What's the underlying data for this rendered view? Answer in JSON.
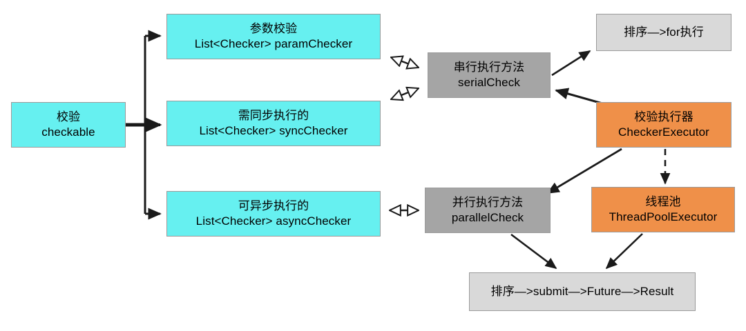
{
  "diagram": {
    "title": "Checker execution flow",
    "colors": {
      "cyan": "#66f0f0",
      "gray": "#a5a5a5",
      "light_gray": "#d9d9d9",
      "orange": "#ef9049",
      "border": "#9a9a9a",
      "edge": "#1a1a1a",
      "background": "#ffffff"
    },
    "nodes": [
      {
        "id": "checkable",
        "line1": "校验",
        "line2": "checkable",
        "fill": "cyan"
      },
      {
        "id": "param",
        "line1": "参数校验",
        "line2": "List<Checker> paramChecker",
        "fill": "cyan"
      },
      {
        "id": "sync",
        "line1": "需同步执行的",
        "line2": "List<Checker> syncChecker",
        "fill": "cyan"
      },
      {
        "id": "async",
        "line1": "可异步执行的",
        "line2": "List<Checker> asyncChecker",
        "fill": "cyan"
      },
      {
        "id": "serial",
        "line1": "串行执行方法",
        "line2": "serialCheck",
        "fill": "gray"
      },
      {
        "id": "parallel",
        "line1": "并行执行方法",
        "line2": "parallelCheck",
        "fill": "gray"
      },
      {
        "id": "forexec",
        "line1": "排序—>for执行",
        "line2": "",
        "fill": "light_gray"
      },
      {
        "id": "executor",
        "line1": "校验执行器",
        "line2": "CheckerExecutor",
        "fill": "orange"
      },
      {
        "id": "threadpool",
        "line1": "线程池",
        "line2": "ThreadPoolExecutor",
        "fill": "orange"
      },
      {
        "id": "result",
        "line1": "排序—>submit—>Future—>Result",
        "line2": "",
        "fill": "light_gray"
      }
    ],
    "edges": [
      {
        "from": "checkable",
        "to": "param",
        "style": "solid",
        "arrow": "filled-end"
      },
      {
        "from": "checkable",
        "to": "sync",
        "style": "solid",
        "arrow": "filled-end"
      },
      {
        "from": "checkable",
        "to": "async",
        "style": "solid",
        "arrow": "filled-end"
      },
      {
        "from": "param",
        "to": "serial",
        "style": "solid",
        "arrow": "hollow-both"
      },
      {
        "from": "sync",
        "to": "serial",
        "style": "solid",
        "arrow": "hollow-both"
      },
      {
        "from": "async",
        "to": "parallel",
        "style": "solid",
        "arrow": "hollow-both"
      },
      {
        "from": "serial",
        "to": "forexec",
        "style": "solid",
        "arrow": "filled-end"
      },
      {
        "from": "executor",
        "to": "serial",
        "style": "solid",
        "arrow": "filled-end"
      },
      {
        "from": "executor",
        "to": "parallel",
        "style": "solid",
        "arrow": "filled-end"
      },
      {
        "from": "executor",
        "to": "threadpool",
        "style": "dashed",
        "arrow": "filled-end"
      },
      {
        "from": "parallel",
        "to": "result",
        "style": "solid",
        "arrow": "filled-end"
      },
      {
        "from": "threadpool",
        "to": "result",
        "style": "solid",
        "arrow": "filled-end"
      }
    ]
  }
}
